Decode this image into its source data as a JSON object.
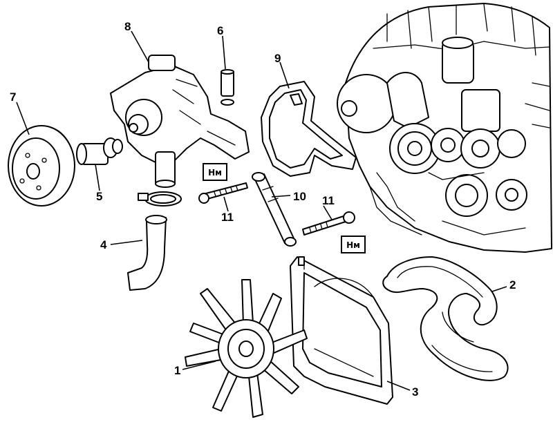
{
  "diagram": {
    "callouts": [
      {
        "id": "1",
        "label": "1"
      },
      {
        "id": "2",
        "label": "2"
      },
      {
        "id": "3",
        "label": "3"
      },
      {
        "id": "4",
        "label": "4"
      },
      {
        "id": "5",
        "label": "5"
      },
      {
        "id": "6",
        "label": "6"
      },
      {
        "id": "7",
        "label": "7"
      },
      {
        "id": "8",
        "label": "8"
      },
      {
        "id": "9",
        "label": "9"
      },
      {
        "id": "10",
        "label": "10"
      },
      {
        "id": "11a",
        "label": "11"
      },
      {
        "id": "11b",
        "label": "11"
      }
    ],
    "torque_badges": [
      {
        "id": "a",
        "label": "Нм"
      },
      {
        "id": "b",
        "label": "Нм"
      }
    ]
  }
}
